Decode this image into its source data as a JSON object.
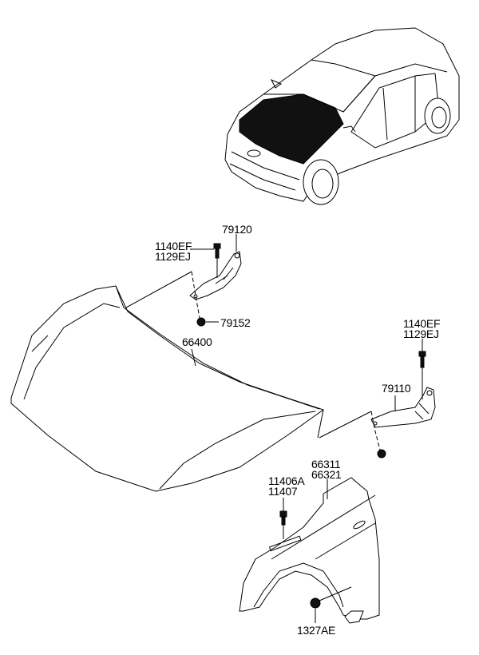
{
  "diagram": {
    "labels": {
      "hinge_lh": "79120",
      "bolt_lh_1": "1140EF",
      "bolt_lh_2": "1129EJ",
      "nut_lh": "79152",
      "hood": "66400",
      "bolt_rh_1": "1140EF",
      "bolt_rh_2": "1129EJ",
      "hinge_rh": "79110",
      "fender_1": "66311",
      "fender_2": "66321",
      "fender_bolt_1": "11406A",
      "fender_bolt_2": "11407",
      "fender_nut": "1327AE"
    }
  }
}
